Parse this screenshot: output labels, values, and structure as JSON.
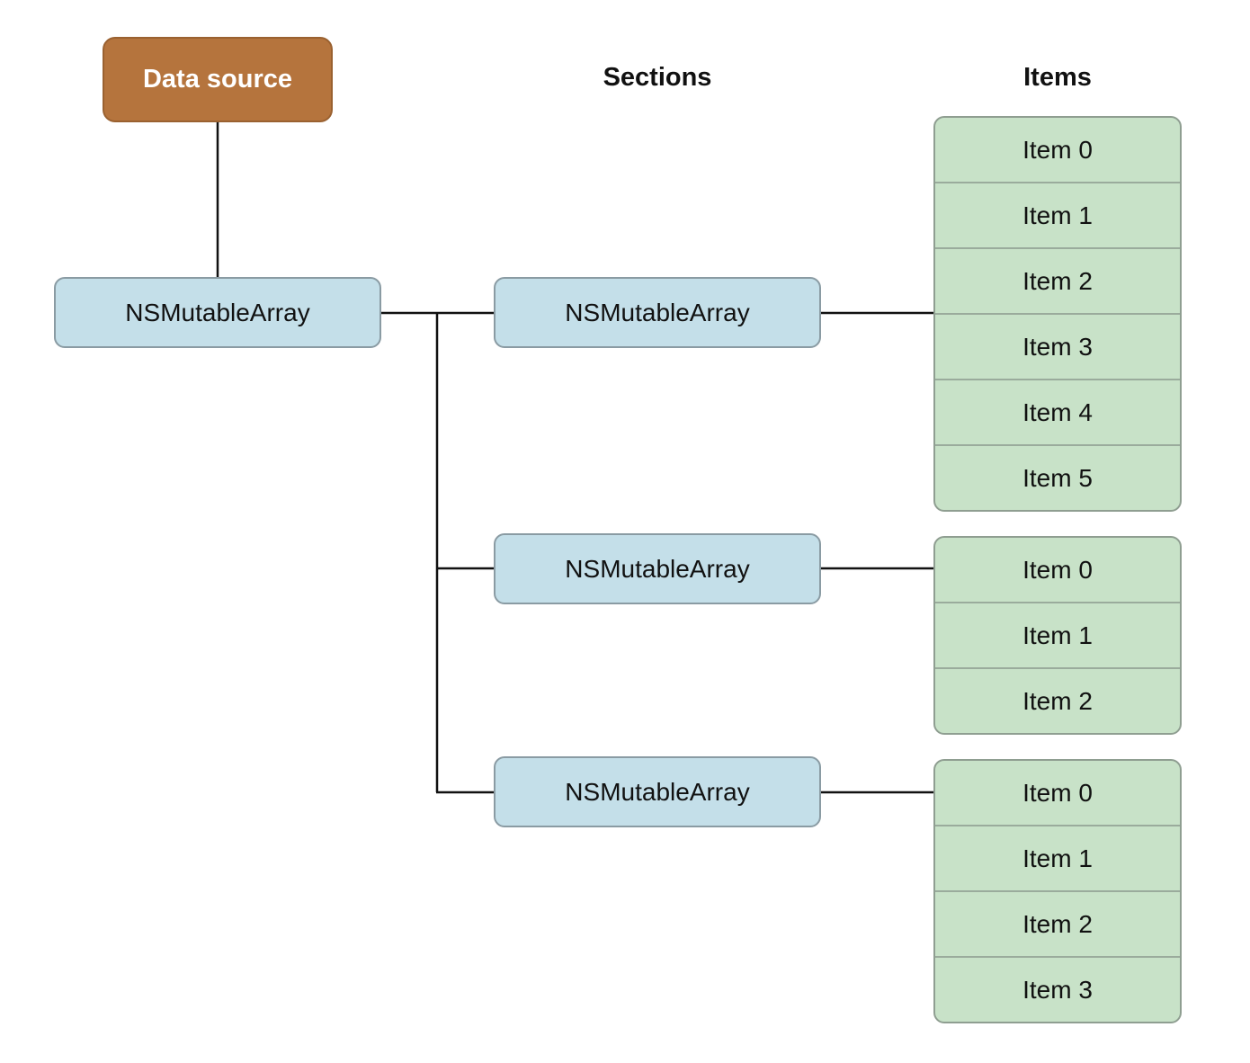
{
  "headers": {
    "sections": "Sections",
    "items": "Items"
  },
  "data_source": {
    "label": "Data source"
  },
  "root_array": {
    "label": "NSMutableArray"
  },
  "sections": [
    {
      "label": "NSMutableArray",
      "items": [
        "Item 0",
        "Item 1",
        "Item 2",
        "Item 3",
        "Item 4",
        "Item 5"
      ]
    },
    {
      "label": "NSMutableArray",
      "items": [
        "Item 0",
        "Item 1",
        "Item 2"
      ]
    },
    {
      "label": "NSMutableArray",
      "items": [
        "Item 0",
        "Item 1",
        "Item 2",
        "Item 3"
      ]
    }
  ],
  "colors": {
    "data_source_fill": "#b5743d",
    "array_fill": "#c4dfe9",
    "item_fill": "#c8e2c8",
    "connector": "#111111"
  }
}
